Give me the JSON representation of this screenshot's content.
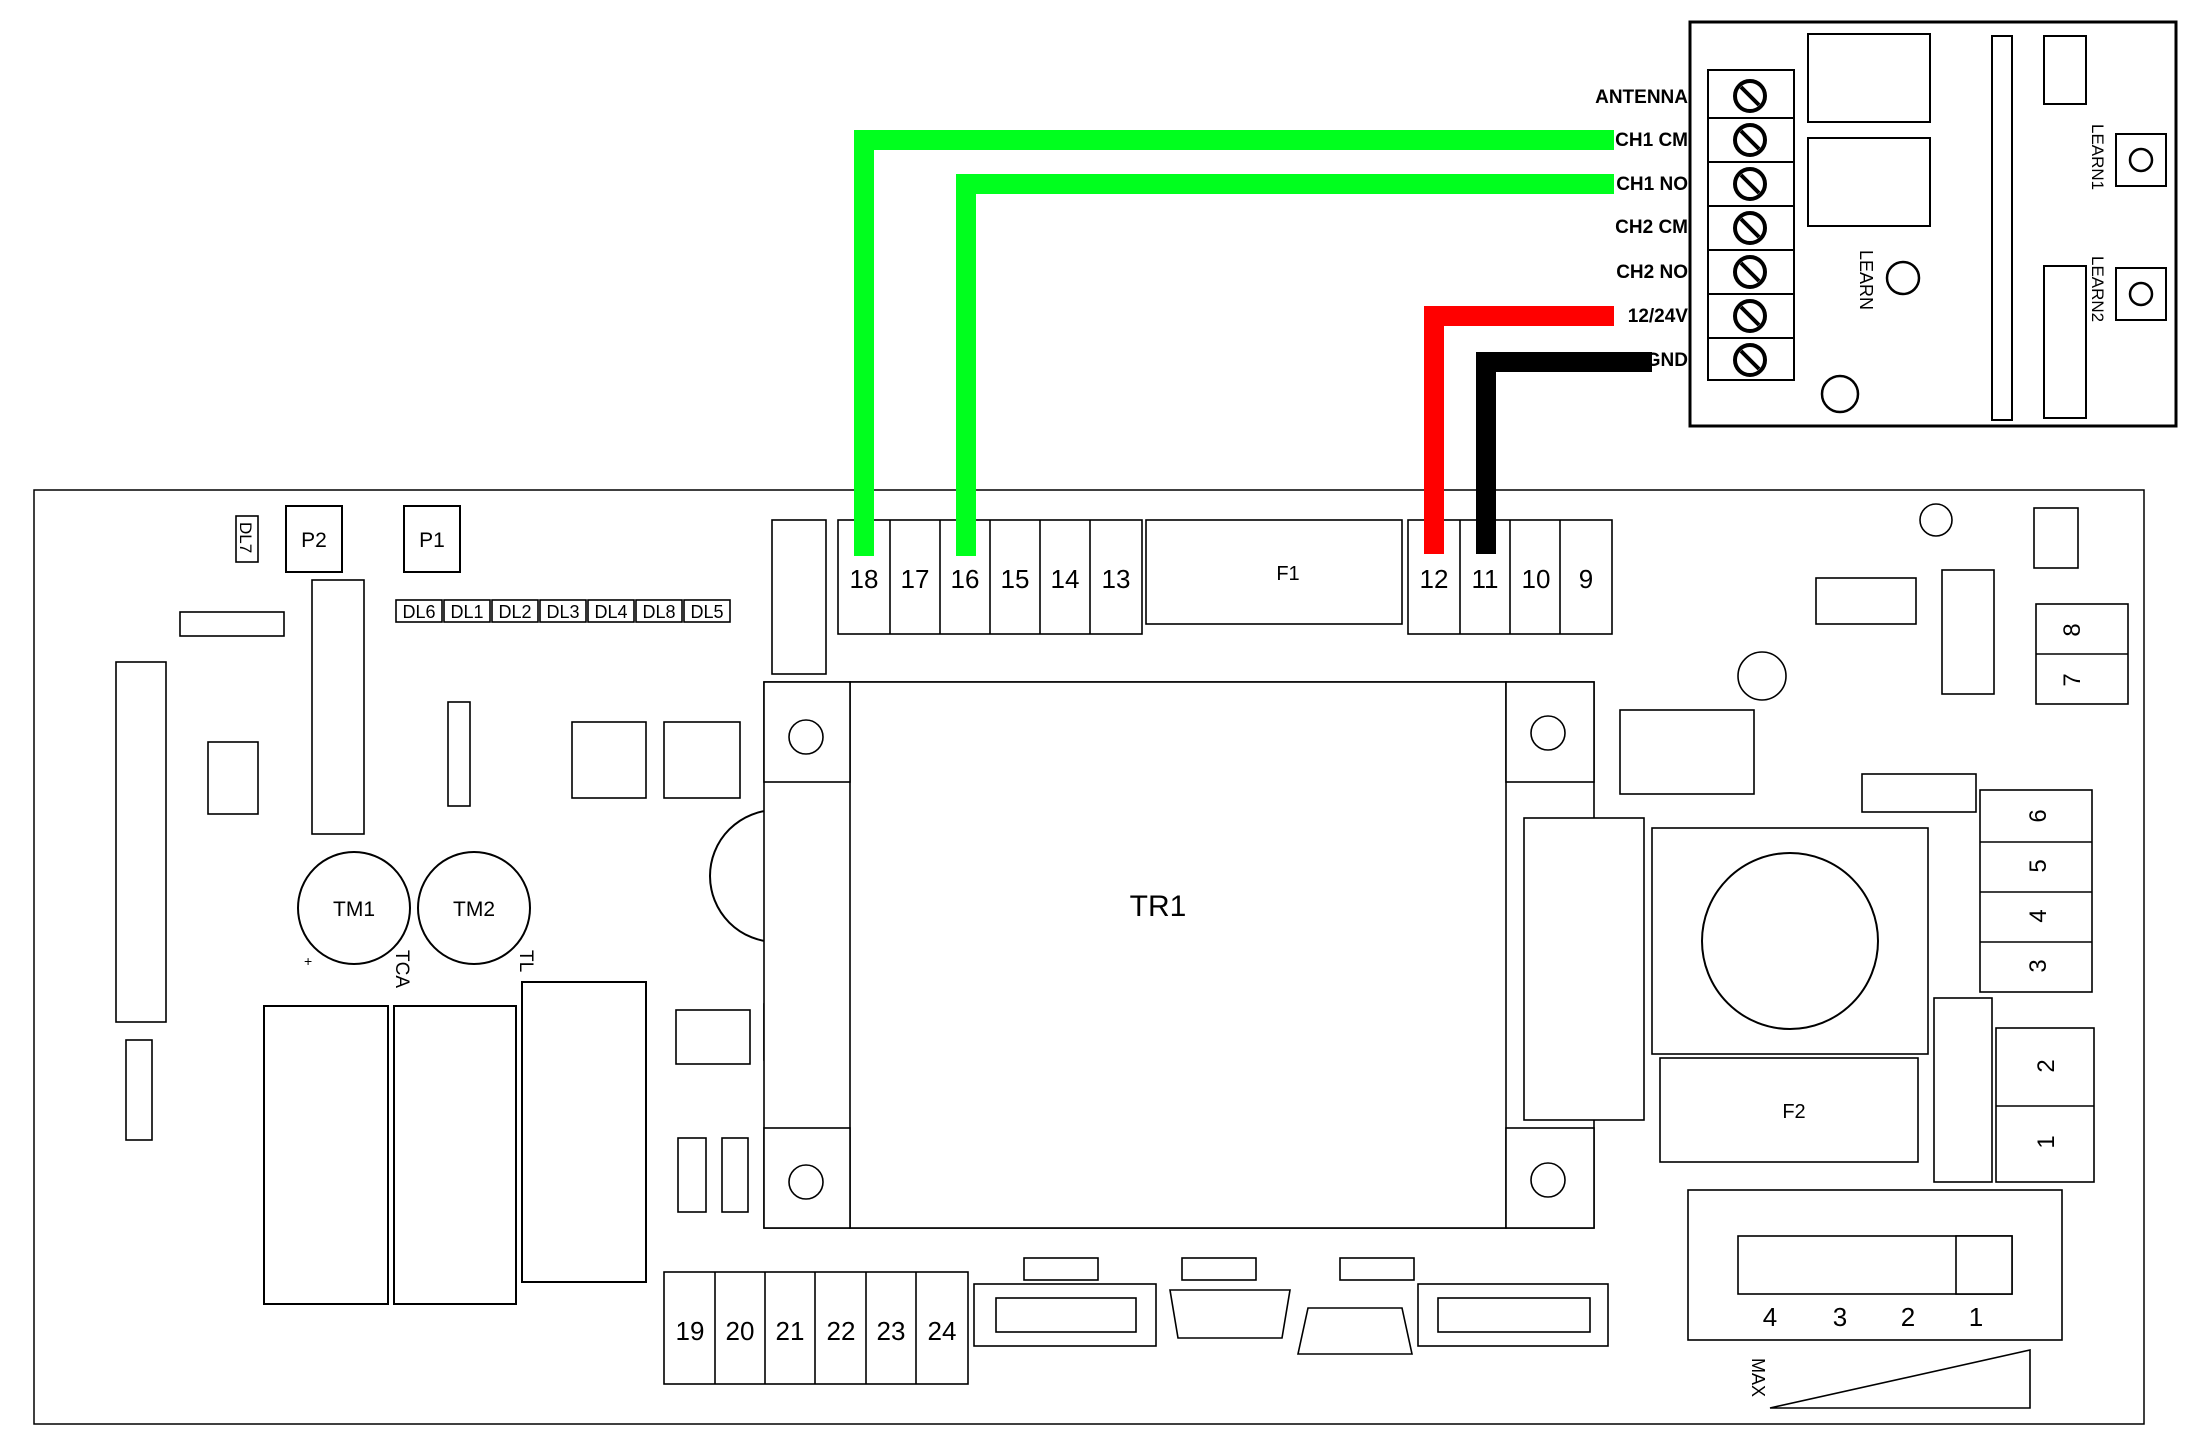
{
  "receiver": {
    "terminals": [
      "ANTENNA",
      "CH1 CM",
      "CH1 NO",
      "CH2 CM",
      "CH2 NO",
      "12/24V",
      "GND"
    ],
    "learn_label": "LEARN",
    "learn1_label": "LEARN1",
    "learn2_label": "LEARN2"
  },
  "board": {
    "top_terminals_left": [
      "18",
      "17",
      "16",
      "15",
      "14",
      "13"
    ],
    "fuse1": "F1",
    "top_terminals_right": [
      "12",
      "11",
      "10",
      "9"
    ],
    "transformer": "TR1",
    "fuse2": "F2",
    "bottom_terminals": [
      "19",
      "20",
      "21",
      "22",
      "23",
      "24"
    ],
    "right_terminals_a": [
      "8",
      "7"
    ],
    "right_terminals_b": [
      "6",
      "5",
      "4",
      "3"
    ],
    "right_terminals_c": [
      "2",
      "1"
    ],
    "dip_numbers": [
      "4",
      "3",
      "2",
      "1"
    ],
    "max_label": "MAX",
    "p2": "P2",
    "p1": "P1",
    "dl7": "DL7",
    "leds": [
      "DL6",
      "DL1",
      "DL2",
      "DL3",
      "DL4",
      "DL8",
      "DL5"
    ],
    "tm1": "TM1",
    "tm2": "TM2",
    "tca": "TCA",
    "tl": "TL",
    "plus": "+"
  },
  "wires": [
    {
      "from": "CH1 CM",
      "to": "18",
      "color": "#00ff1e"
    },
    {
      "from": "CH1 NO",
      "to": "16",
      "color": "#00ff1e"
    },
    {
      "from": "12/24V",
      "to": "12",
      "color": "#ff0000"
    },
    {
      "from": "GND",
      "to": "11",
      "color": "#000000"
    }
  ]
}
